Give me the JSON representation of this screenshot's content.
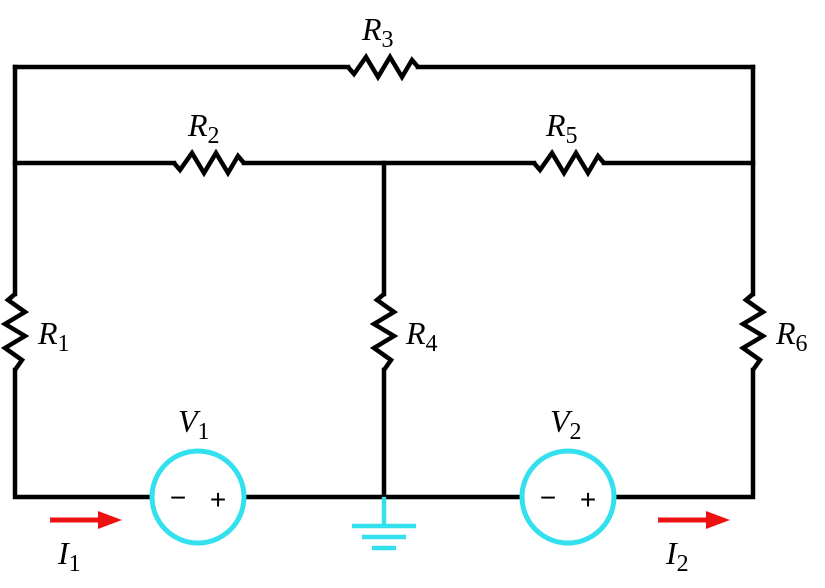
{
  "colors": {
    "wire": "#000000",
    "source_ring": "#33e0ee",
    "ground": "#33e0ee",
    "current_arrow": "#ee1111"
  },
  "resistors": {
    "r1": {
      "symbol": "R",
      "sub": "1"
    },
    "r2": {
      "symbol": "R",
      "sub": "2"
    },
    "r3": {
      "symbol": "R",
      "sub": "3"
    },
    "r4": {
      "symbol": "R",
      "sub": "4"
    },
    "r5": {
      "symbol": "R",
      "sub": "5"
    },
    "r6": {
      "symbol": "R",
      "sub": "6"
    }
  },
  "sources": {
    "v1": {
      "symbol": "V",
      "sub": "1",
      "minus": "−",
      "plus": "+"
    },
    "v2": {
      "symbol": "V",
      "sub": "2",
      "minus": "−",
      "plus": "+"
    }
  },
  "currents": {
    "i1": {
      "symbol": "I",
      "sub": "1"
    },
    "i2": {
      "symbol": "I",
      "sub": "2"
    }
  }
}
